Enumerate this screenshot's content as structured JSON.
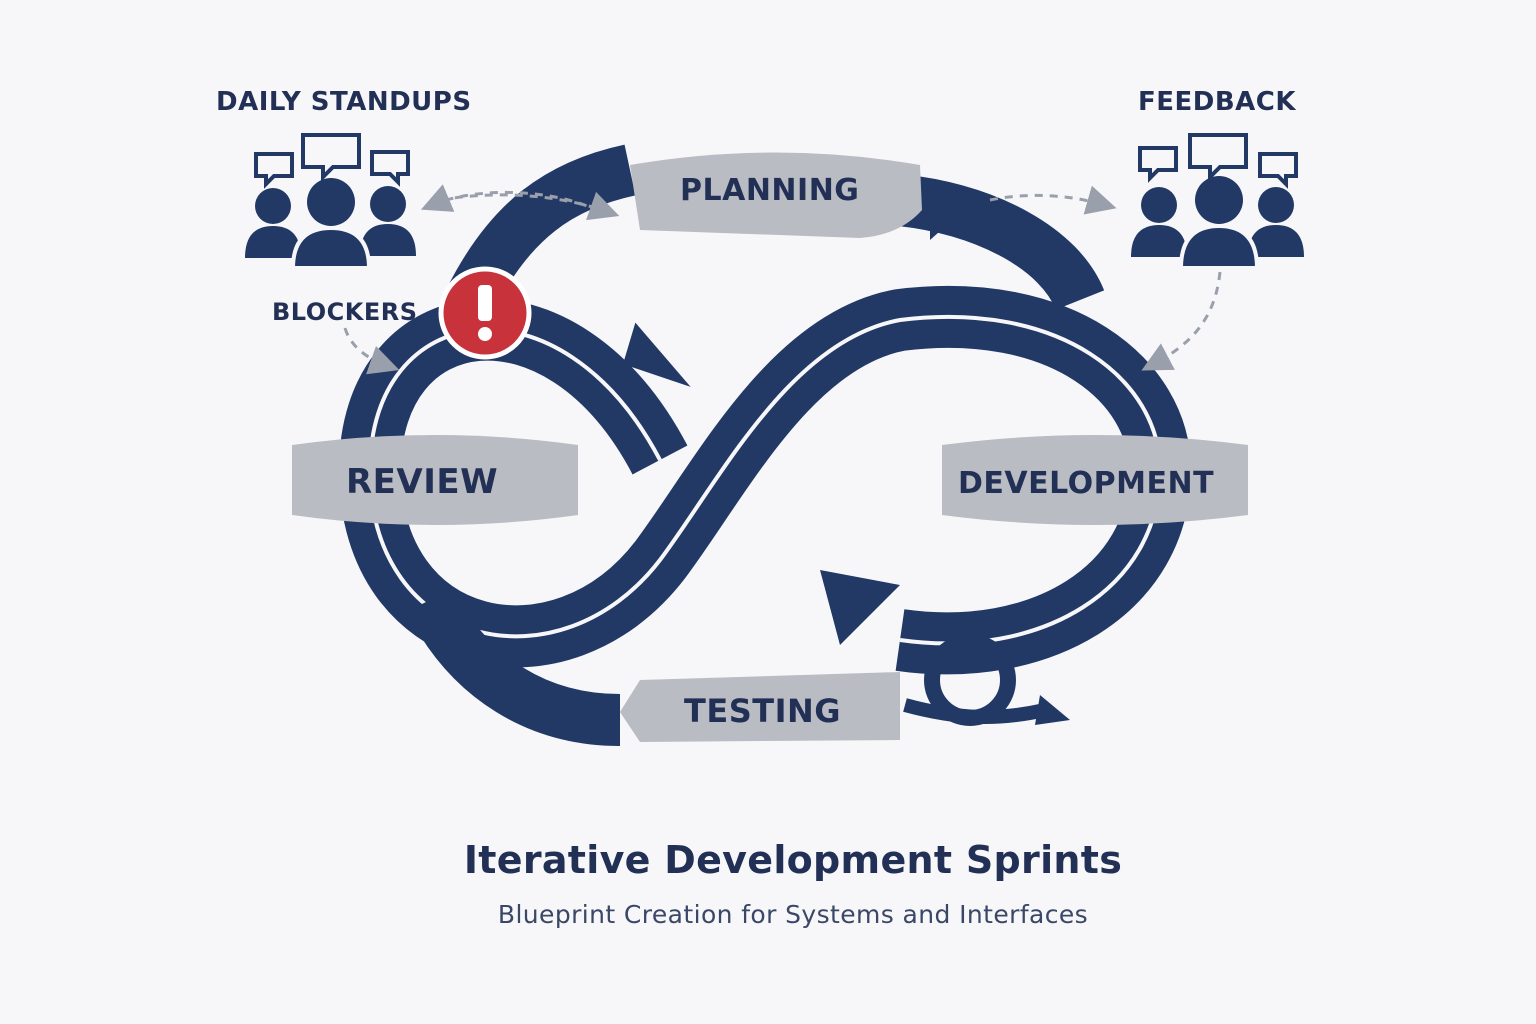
{
  "diagram": {
    "stages": {
      "planning": "PLANNING",
      "development": "DEVELOPMENT",
      "testing": "TESTING",
      "review": "REVIEW"
    },
    "side_labels": {
      "daily_standups": "DAILY STANDUPS",
      "feedback": "FEEDBACK",
      "blockers": "BLOCKERS"
    },
    "icons": {
      "team_left": "team-chat-icon",
      "team_right": "team-chat-icon",
      "alert": "exclamation-alert-icon"
    },
    "colors": {
      "loop": "#223966",
      "stage_fill": "#babcc3",
      "stage_text": "#223055",
      "alert": "#c8323a",
      "dashed_arrow": "#9aa0ab"
    }
  },
  "title": "Iterative Development Sprints",
  "subtitle": "Blueprint Creation for Systems and Interfaces"
}
